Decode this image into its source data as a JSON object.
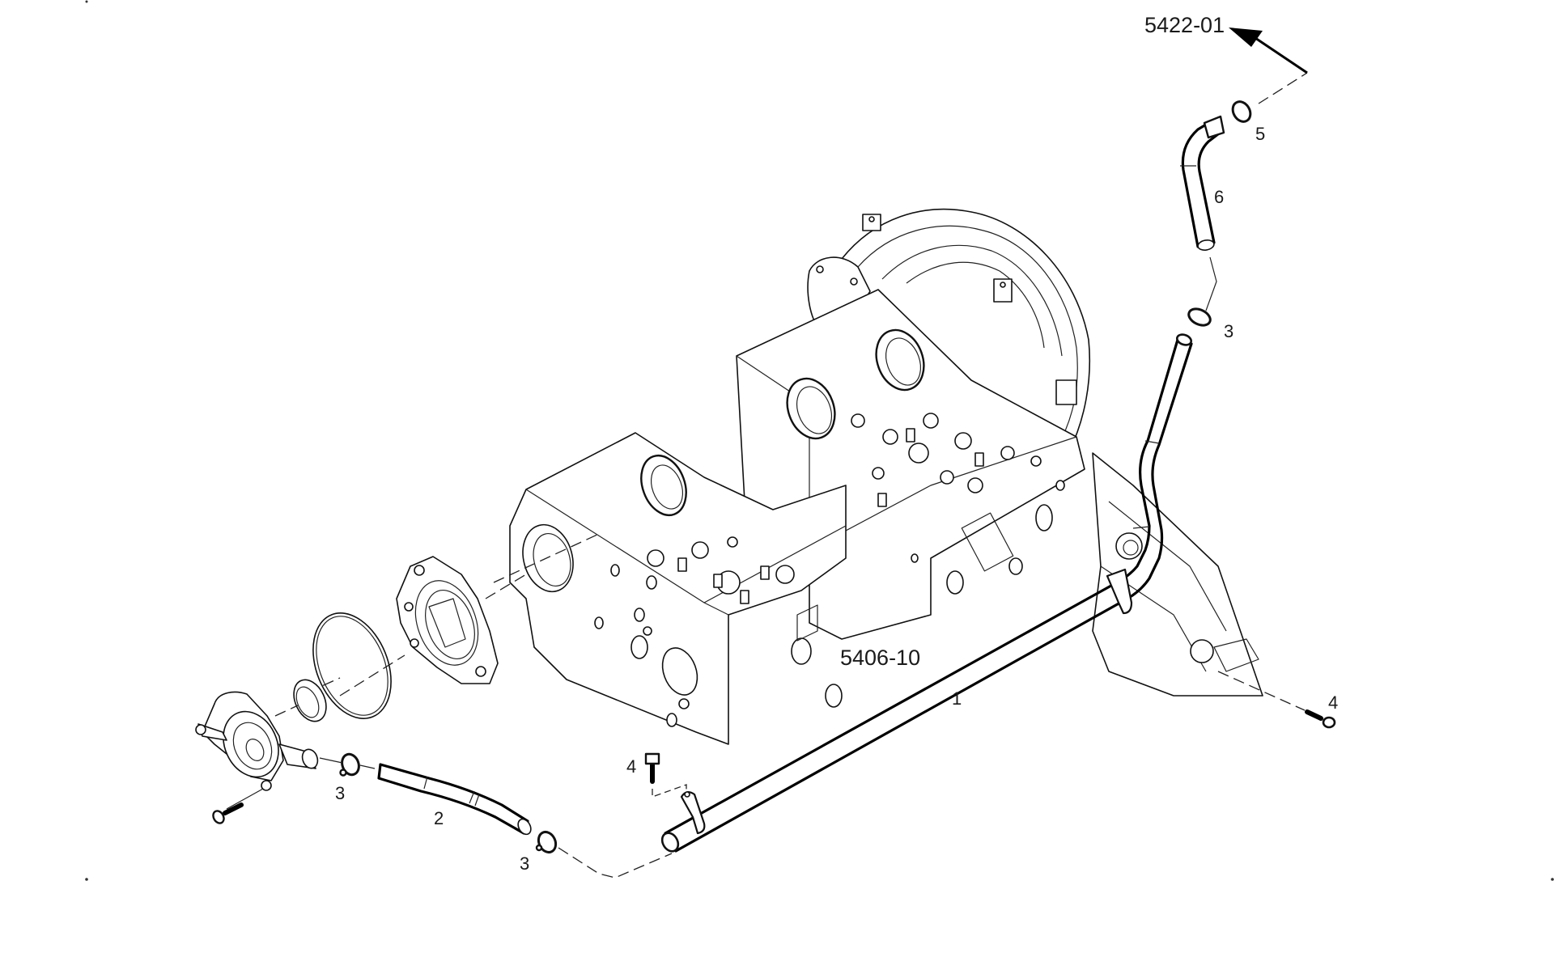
{
  "diagram": {
    "type": "exploded-parts-diagram",
    "subject": "engine coolant pipe assembly",
    "references": [
      {
        "id": "ref-5422-01",
        "text": "5422-01"
      },
      {
        "id": "ref-5406-10",
        "text": "5406-10"
      }
    ],
    "callouts": [
      {
        "id": "callout-1",
        "text": "1",
        "part": "coolant-pipe"
      },
      {
        "id": "callout-2",
        "text": "2",
        "part": "lower-hose"
      },
      {
        "id": "callout-3a",
        "text": "3",
        "part": "hose-clamp-pump-side"
      },
      {
        "id": "callout-3b",
        "text": "3",
        "part": "hose-clamp-pipe-front"
      },
      {
        "id": "callout-3c",
        "text": "3",
        "part": "hose-clamp-pipe-rear"
      },
      {
        "id": "callout-4a",
        "text": "4",
        "part": "bracket-bolt-front"
      },
      {
        "id": "callout-4b",
        "text": "4",
        "part": "bracket-bolt-rear"
      },
      {
        "id": "callout-5",
        "text": "5",
        "part": "hose-clamp-upper"
      },
      {
        "id": "callout-6",
        "text": "6",
        "part": "upper-elbow-hose"
      }
    ],
    "colors": {
      "ink": "#111111",
      "background": "#ffffff"
    }
  }
}
